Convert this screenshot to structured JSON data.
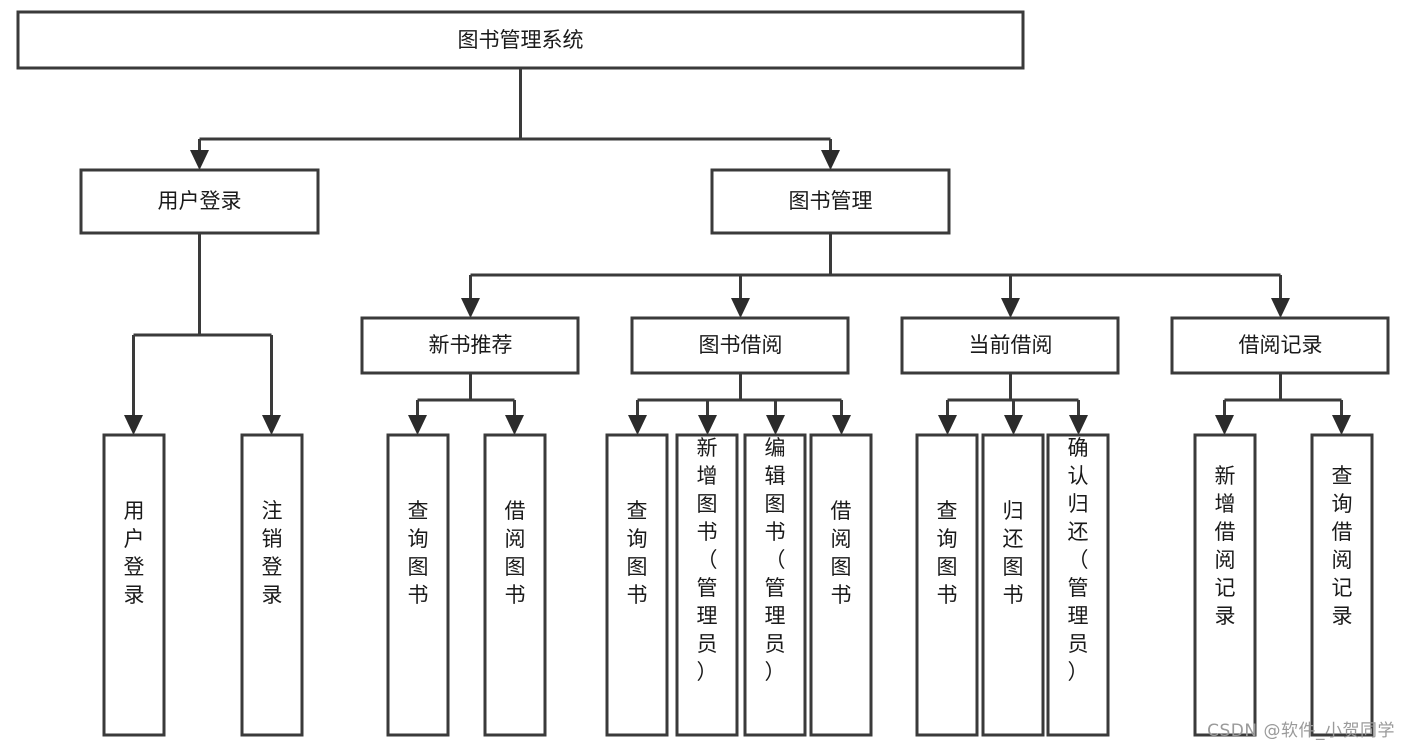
{
  "diagram": {
    "title": "图书管理系统",
    "type": "tree",
    "root": {
      "id": "root",
      "label": "图书管理系统",
      "orientation": "horizontal"
    },
    "level2": [
      {
        "id": "user-login",
        "label": "用户登录",
        "orientation": "horizontal"
      },
      {
        "id": "book-manage",
        "label": "图书管理",
        "orientation": "horizontal"
      }
    ],
    "level3": [
      {
        "id": "new-book-recommend",
        "label": "新书推荐",
        "orientation": "horizontal",
        "parent": "book-manage"
      },
      {
        "id": "book-borrow",
        "label": "图书借阅",
        "orientation": "horizontal",
        "parent": "book-manage"
      },
      {
        "id": "current-borrow",
        "label": "当前借阅",
        "orientation": "horizontal",
        "parent": "book-manage"
      },
      {
        "id": "borrow-record",
        "label": "借阅记录",
        "orientation": "horizontal",
        "parent": "book-manage"
      }
    ],
    "leaves": {
      "user-login": [
        {
          "id": "leaf-user-login",
          "label": "用户登录",
          "orientation": "vertical"
        },
        {
          "id": "leaf-user-logout",
          "label": "注销登录",
          "orientation": "vertical"
        }
      ],
      "new-book-recommend": [
        {
          "id": "leaf-query-book-1",
          "label": "查询图书",
          "orientation": "vertical"
        },
        {
          "id": "leaf-borrow-book-1",
          "label": "借阅图书",
          "orientation": "vertical"
        }
      ],
      "book-borrow": [
        {
          "id": "leaf-query-book-2",
          "label": "查询图书",
          "orientation": "vertical"
        },
        {
          "id": "leaf-add-book",
          "label": "新增图书（管理员）",
          "orientation": "vertical"
        },
        {
          "id": "leaf-edit-book",
          "label": "编辑图书（管理员）",
          "orientation": "vertical"
        },
        {
          "id": "leaf-borrow-book-2",
          "label": "借阅图书",
          "orientation": "vertical"
        }
      ],
      "current-borrow": [
        {
          "id": "leaf-query-book-3",
          "label": "查询图书",
          "orientation": "vertical"
        },
        {
          "id": "leaf-return-book",
          "label": "归还图书",
          "orientation": "vertical"
        },
        {
          "id": "leaf-confirm-return",
          "label": "确认归还（管理员）",
          "orientation": "vertical"
        }
      ],
      "borrow-record": [
        {
          "id": "leaf-add-record",
          "label": "新增借阅记录",
          "orientation": "vertical"
        },
        {
          "id": "leaf-query-record",
          "label": "查询借阅记录",
          "orientation": "vertical"
        }
      ]
    },
    "colors": {
      "box_stroke": "#3a3a3a",
      "box_fill": "#ffffff",
      "connector": "#3a3a3a",
      "text": "#1a1a1a",
      "background": "#ffffff",
      "watermark": "#9a9a9a"
    }
  },
  "watermark": {
    "text": "CSDN @软件_小贺同学"
  }
}
